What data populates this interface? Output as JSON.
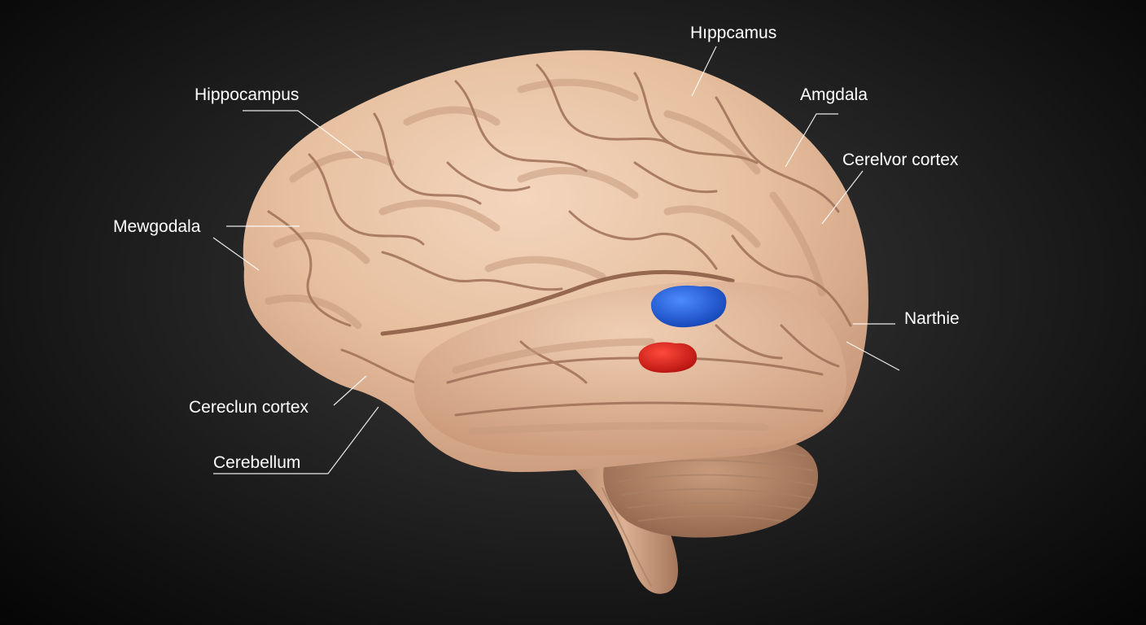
{
  "labels": {
    "hippocampus_left": "Hippocampus",
    "hippocampus_top": "Hıppcamus",
    "amygdala": "Amgdala",
    "cerebral_cortex_right": "Cerelvor cortex",
    "mewgodala": "Mewgodala",
    "narthie": "Narthie",
    "cereclun_cortex": "Cereclun cortex",
    "cerebellum": "Cerebellum"
  },
  "colors": {
    "background": "#1c1c1c",
    "brain_tissue": "#e9c4a7",
    "highlight_blue": "#1f5fd6",
    "highlight_red": "#e0231e",
    "label_text": "#ffffff"
  }
}
